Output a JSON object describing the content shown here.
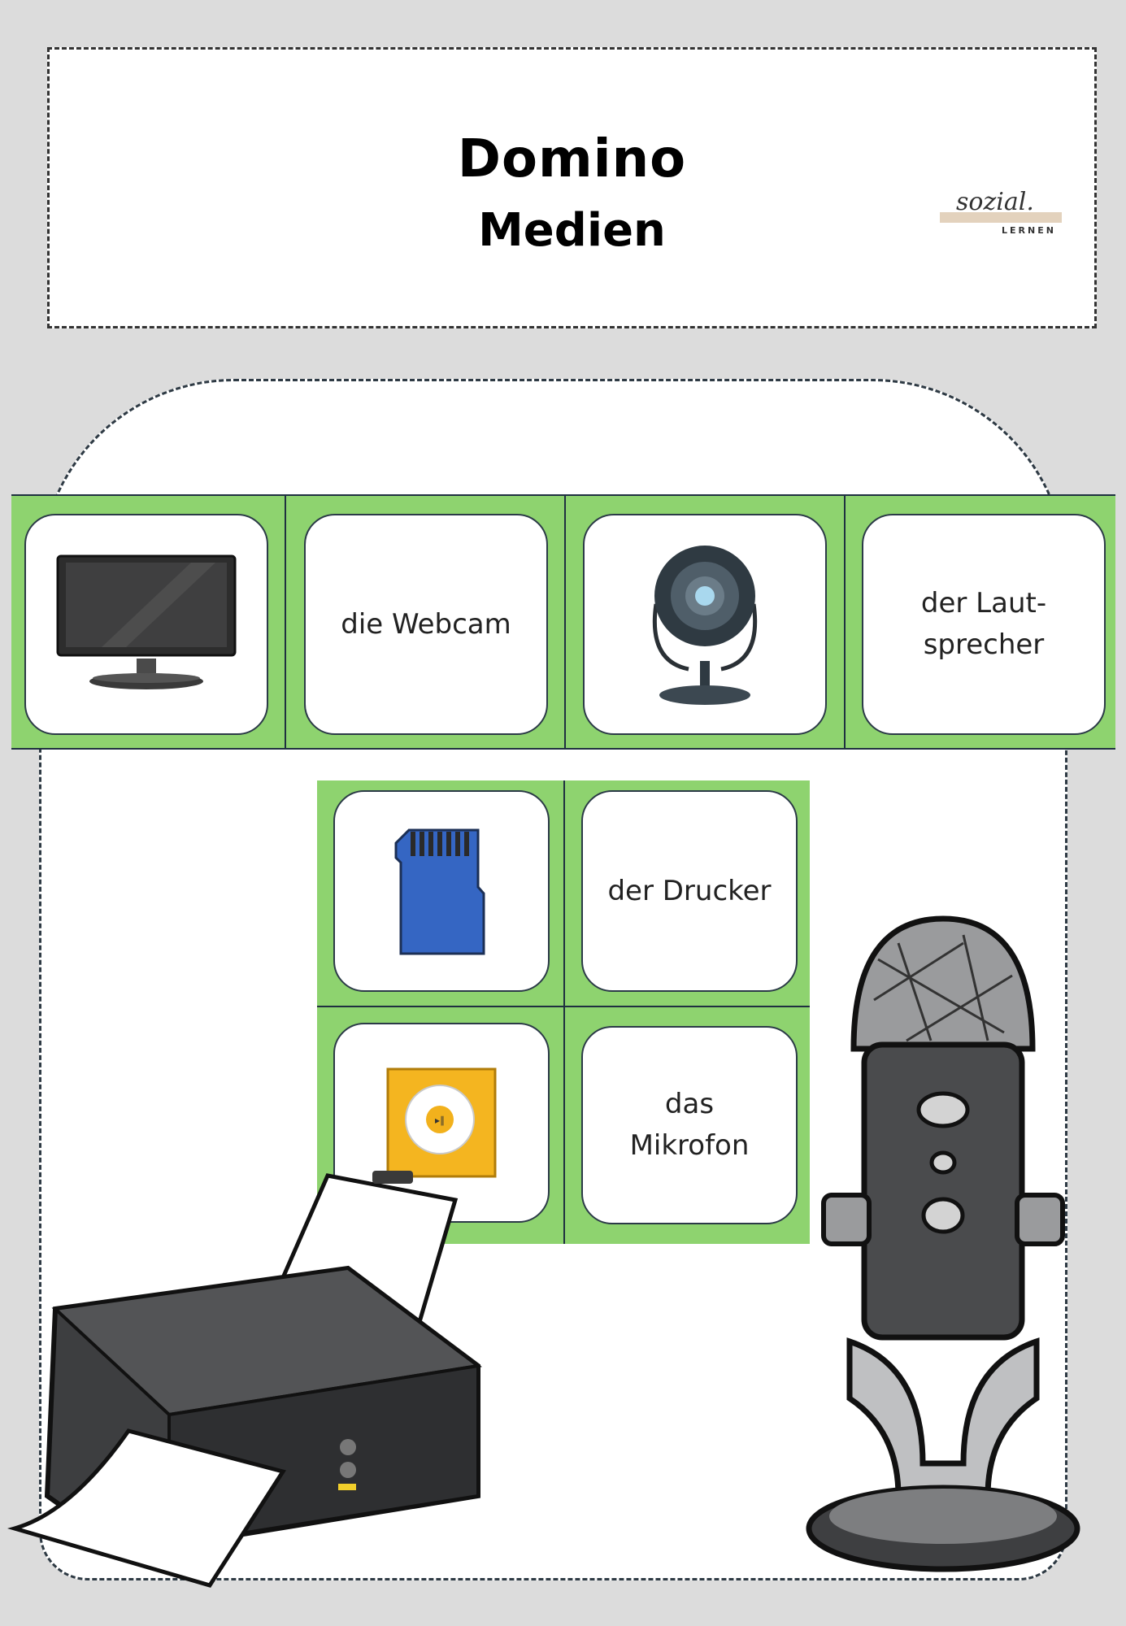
{
  "header": {
    "title": "Domino",
    "subtitle": "Medien"
  },
  "logo": {
    "script_text": "sozial.",
    "small_text": "LERNEN",
    "bar_color": "#e3d2bd"
  },
  "colors": {
    "card_green": "#8ed36f",
    "card_border": "#2b3a47",
    "page_background": "#dcdcdc"
  },
  "domino_strip": [
    {
      "type": "image",
      "icon": "television-icon"
    },
    {
      "type": "text",
      "label": "die Webcam"
    },
    {
      "type": "image",
      "icon": "webcam-icon"
    },
    {
      "type": "text",
      "label_line1": "der Laut-",
      "label_line2": "sprecher"
    }
  ],
  "domino_grid": [
    {
      "type": "image",
      "icon": "sd-card-icon"
    },
    {
      "type": "text",
      "label": "der Drucker"
    },
    {
      "type": "image",
      "icon": "mp3-player-icon"
    },
    {
      "type": "text",
      "label_line1": "das",
      "label_line2": "Mikrofon"
    }
  ],
  "illustrations": [
    "printer-icon",
    "microphone-icon"
  ]
}
